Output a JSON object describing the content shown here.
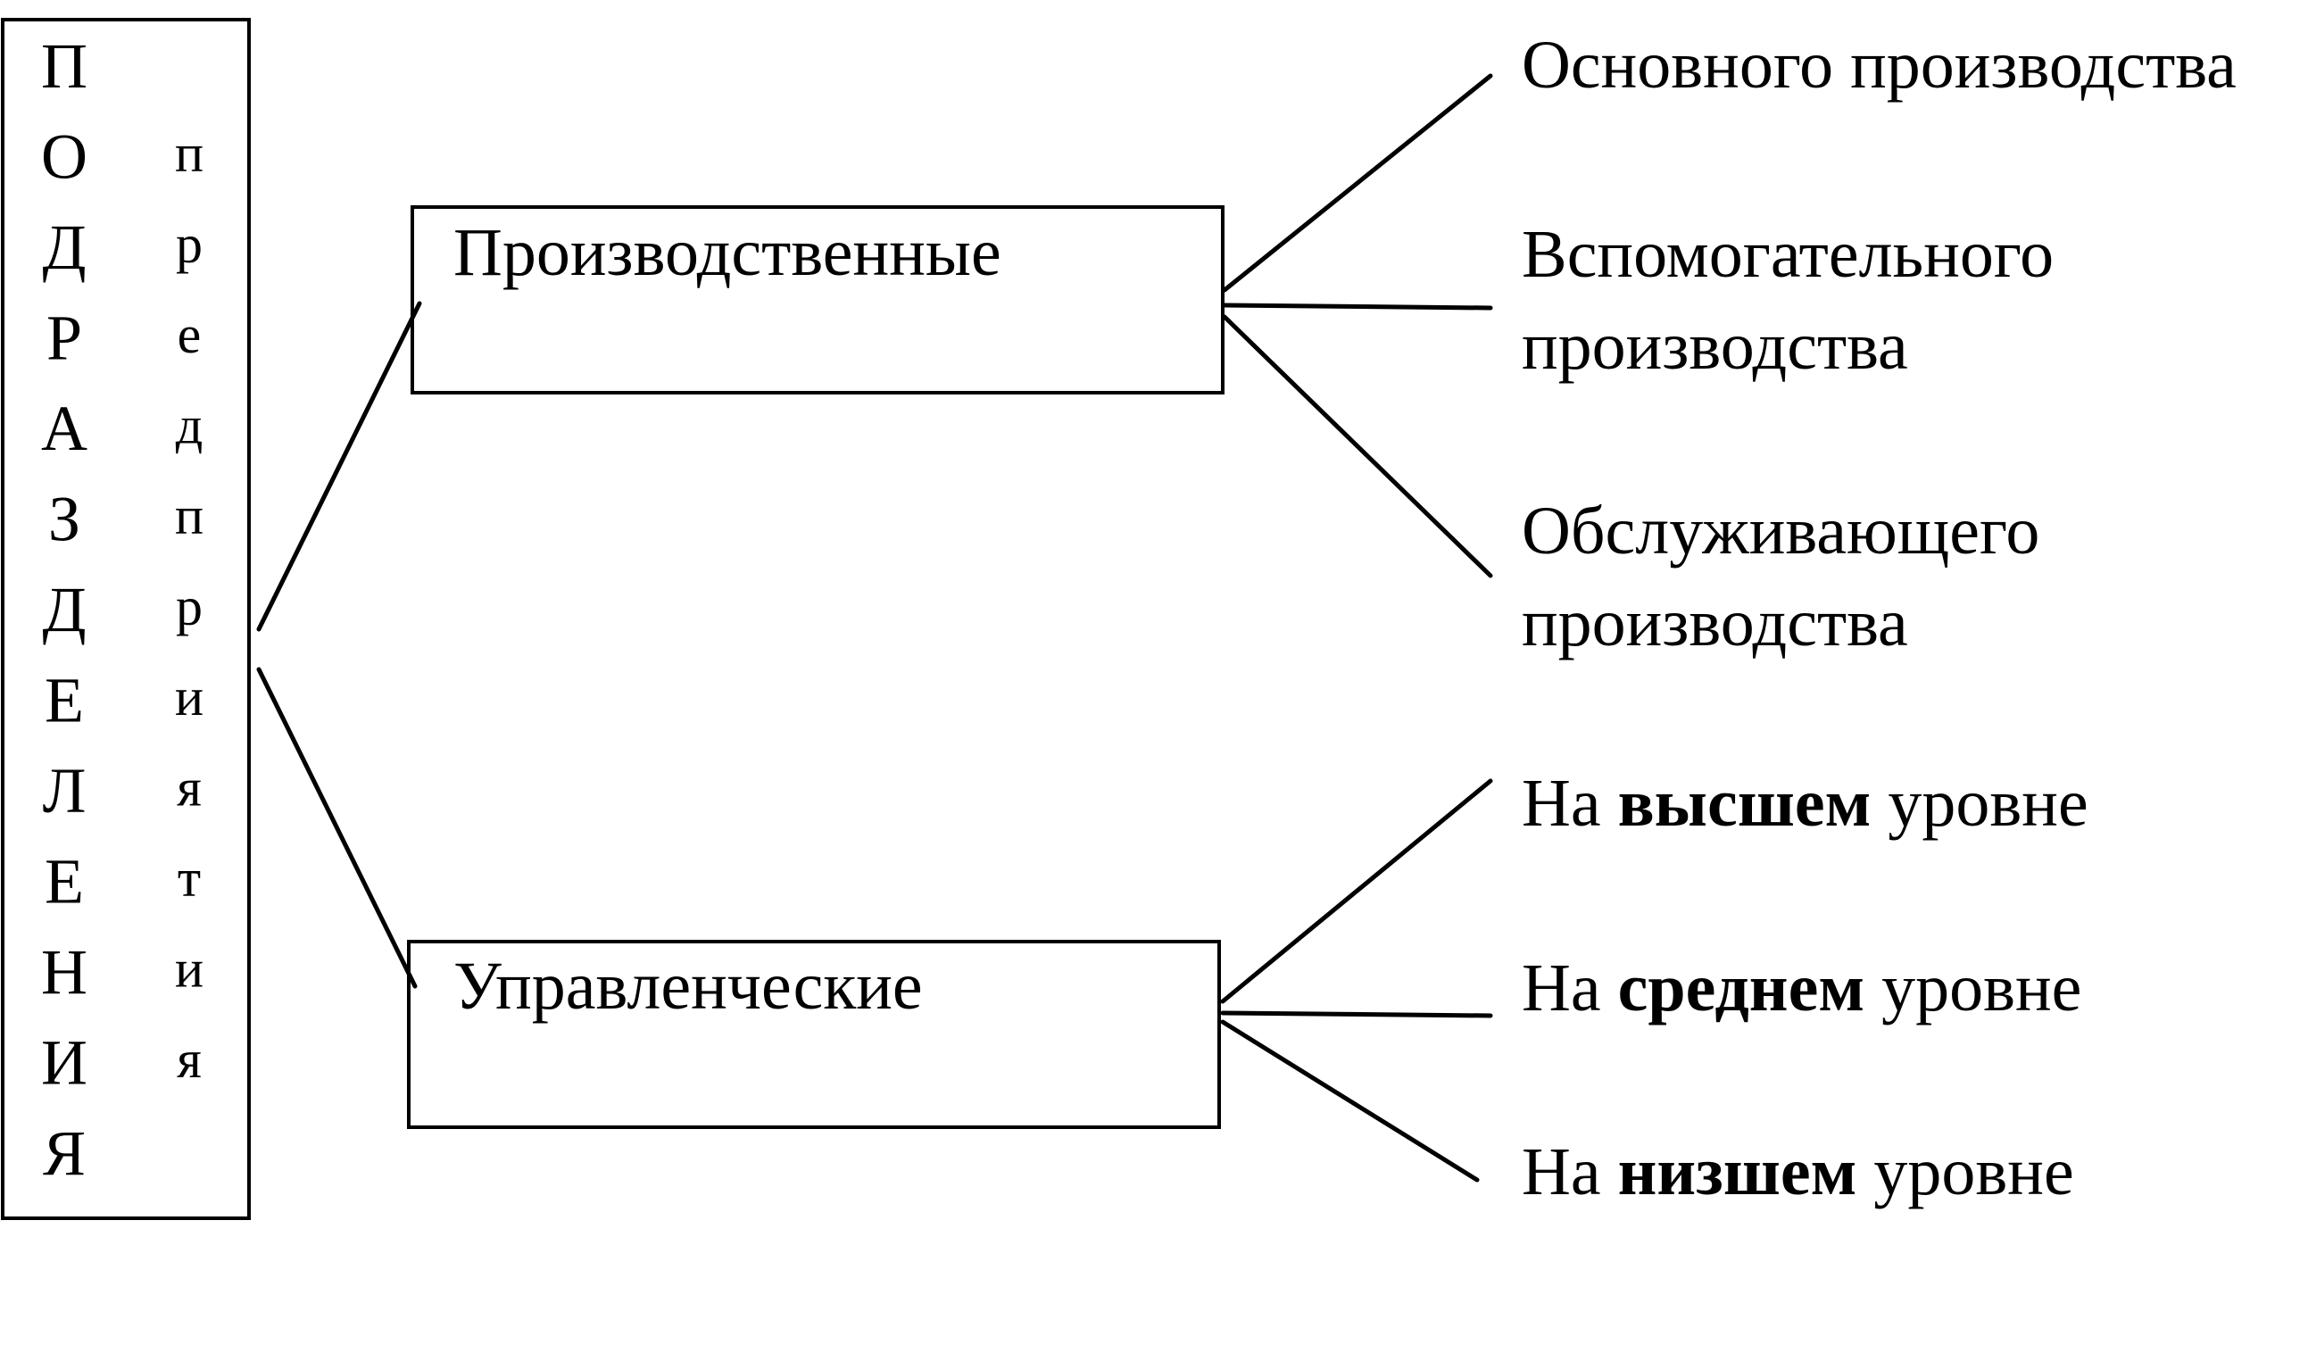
{
  "vertical_title": {
    "main_letters": [
      "П",
      "О",
      "Д",
      "Р",
      "А",
      "З",
      "Д",
      "Е",
      "Л",
      "Е",
      "Н",
      "И",
      "Я"
    ],
    "sub_letters": [
      "п",
      "р",
      "е",
      "д",
      "п",
      "р",
      "и",
      "я",
      "т",
      "и",
      "я"
    ]
  },
  "categories": [
    {
      "label": "Производственные",
      "items": [
        {
          "lines": [
            [
              {
                "text": "Основного производства",
                "bold": false
              }
            ]
          ]
        },
        {
          "lines": [
            [
              {
                "text": "Вспомогательного",
                "bold": false
              }
            ],
            [
              {
                "text": "производства",
                "bold": false
              }
            ]
          ]
        },
        {
          "lines": [
            [
              {
                "text": "Обслуживающего",
                "bold": false
              }
            ],
            [
              {
                "text": "производства",
                "bold": false
              }
            ]
          ]
        }
      ]
    },
    {
      "label": "Управленческие",
      "items": [
        {
          "lines": [
            [
              {
                "text": "На ",
                "bold": false
              },
              {
                "text": "высшем",
                "bold": true
              },
              {
                "text": " уровне",
                "bold": false
              }
            ]
          ]
        },
        {
          "lines": [
            [
              {
                "text": "На ",
                "bold": false
              },
              {
                "text": "среднем",
                "bold": true
              },
              {
                "text": " уровне",
                "bold": false
              }
            ]
          ]
        },
        {
          "lines": [
            [
              {
                "text": "На ",
                "bold": false
              },
              {
                "text": "низшем",
                "bold": true
              },
              {
                "text": " уровне",
                "bold": false
              }
            ]
          ]
        }
      ]
    }
  ]
}
